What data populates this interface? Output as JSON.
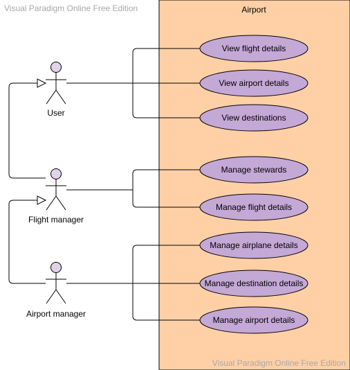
{
  "watermark": {
    "top": "Visual Paradigm Online Free Edition",
    "bottom": "Visual Paradigm Online Free Edition"
  },
  "system": {
    "title": "Airport",
    "fill": "#ffd0a6",
    "stroke": "#000000"
  },
  "use_case_style": {
    "fill": "#c4a8d6",
    "stroke": "#000000"
  },
  "actors": [
    {
      "id": "user",
      "label": "User",
      "head_fill": "#e2d4e8"
    },
    {
      "id": "flight-manager",
      "label": "Flight manager",
      "head_fill": "#e2d4e8"
    },
    {
      "id": "airport-manager",
      "label": "Airport manager",
      "head_fill": "#e2d4e8"
    }
  ],
  "use_cases": [
    {
      "id": "view-flight-details",
      "label": "View flight details"
    },
    {
      "id": "view-airport-details",
      "label": "View airport details"
    },
    {
      "id": "view-destinations",
      "label": "View destinations"
    },
    {
      "id": "manage-stewards",
      "label": "Manage stewards"
    },
    {
      "id": "manage-flight-details",
      "label": "Manage flight details"
    },
    {
      "id": "manage-airplane-details",
      "label": "Manage airplane details"
    },
    {
      "id": "manage-destination-details",
      "label": "Manage destination details"
    },
    {
      "id": "manage-airport-details",
      "label": "Manage airport details"
    }
  ],
  "associations": [
    {
      "actor": "user",
      "use_case": "view-flight-details"
    },
    {
      "actor": "user",
      "use_case": "view-airport-details"
    },
    {
      "actor": "user",
      "use_case": "view-destinations"
    },
    {
      "actor": "flight-manager",
      "use_case": "manage-stewards"
    },
    {
      "actor": "flight-manager",
      "use_case": "manage-flight-details"
    },
    {
      "actor": "airport-manager",
      "use_case": "manage-airplane-details"
    },
    {
      "actor": "airport-manager",
      "use_case": "manage-destination-details"
    },
    {
      "actor": "airport-manager",
      "use_case": "manage-airport-details"
    }
  ],
  "generalizations": [
    {
      "from": "flight-manager",
      "to": "user"
    },
    {
      "from": "airport-manager",
      "to": "flight-manager"
    }
  ]
}
